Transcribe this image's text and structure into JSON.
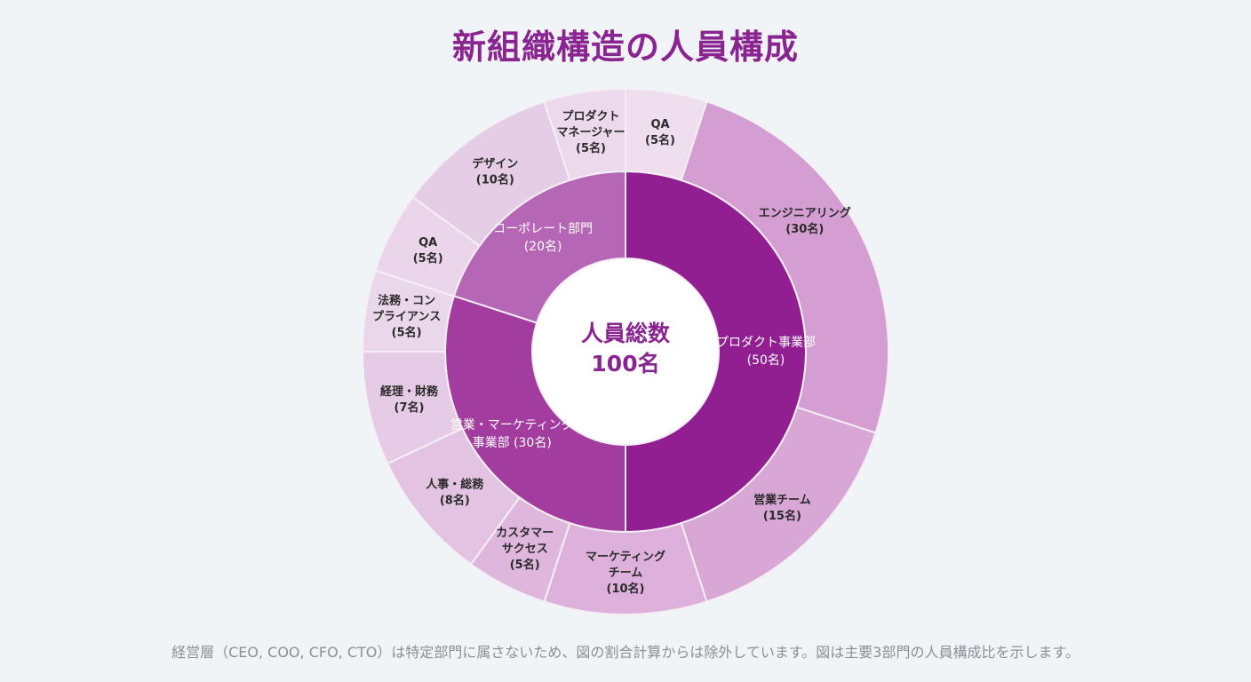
{
  "title": "新組織構造の人員構成",
  "footnote": "経営層（CEO, COO, CFO, CTO）は特定部門に属さないため、図の割合計算からは除外しています。図は主要3部門の人員構成比を示します。",
  "colors": {
    "title": "#8a2491",
    "background": "#f1f4f7",
    "divider": "#f4eef5"
  },
  "chart_data": {
    "type": "sunburst",
    "title": "新組織構造の人員構成",
    "center": {
      "line1": "人員総数",
      "line2": "100名"
    },
    "total": 100,
    "inner": [
      {
        "name": "プロダクト事業部",
        "count": "(50名)",
        "value": 50,
        "color": "#911f92",
        "label_color": "#ffffff",
        "lines": [
          "プロダクト事業部",
          "(50名)"
        ]
      },
      {
        "name": "営業・マーケティング事業部",
        "count": "(30名)",
        "value": 30,
        "color": "#a23c9f",
        "label_color": "#ffffff",
        "lines": [
          "営業・マーケティング",
          "事業部 (30名)"
        ]
      },
      {
        "name": "コーポレート部門",
        "count": "(20名)",
        "value": 20,
        "color": "#b566b5",
        "label_color": "#ffffff",
        "lines": [
          "コーポレート部門",
          "(20名)"
        ]
      }
    ],
    "outer": [
      {
        "name": "エンジニアリング",
        "value": 30,
        "color": "#d49ed2",
        "lines": [
          "エンジニアリング",
          "(30名)"
        ]
      },
      {
        "name": "営業チーム",
        "value": 15,
        "color": "#d8a7d6",
        "lines": [
          "営業チーム",
          "(15名)"
        ]
      },
      {
        "name": "マーケティングチーム",
        "value": 10,
        "color": "#ddb1dc",
        "lines": [
          "マーケティング",
          "チーム",
          "(10名)"
        ]
      },
      {
        "name": "カスタマーサクセス",
        "value": 5,
        "color": "#dfb7dd",
        "lines": [
          "カスタマー",
          "サクセス",
          "(5名)"
        ]
      },
      {
        "name": "人事・総務",
        "value": 8,
        "color": "#e3c3e2",
        "lines": [
          "人事・総務",
          "(8名)"
        ]
      },
      {
        "name": "経理・財務",
        "value": 7,
        "color": "#e6cbe6",
        "lines": [
          "経理・財務",
          "(7名)"
        ]
      },
      {
        "name": "法務・コンプライアンス",
        "value": 5,
        "color": "#ebd7ea",
        "lines": [
          "法務・コン",
          "プライアンス",
          "(5名)"
        ]
      },
      {
        "name": "QA",
        "value": 5,
        "color": "#ebd5ea",
        "lines": [
          "QA",
          "(5名)"
        ]
      },
      {
        "name": "デザイン",
        "value": 10,
        "color": "#e6cde6",
        "lines": [
          "デザイン",
          "(10名)"
        ]
      },
      {
        "name": "プロダクトマネージャー",
        "value": 5,
        "color": "#ecd9eb",
        "lines": [
          "プロダクト",
          "マネージャー",
          "(5名)"
        ]
      },
      {
        "name": "QA",
        "value": 5,
        "color": "#efdfee",
        "lines": [
          "QA",
          "(5名)"
        ]
      }
    ]
  }
}
